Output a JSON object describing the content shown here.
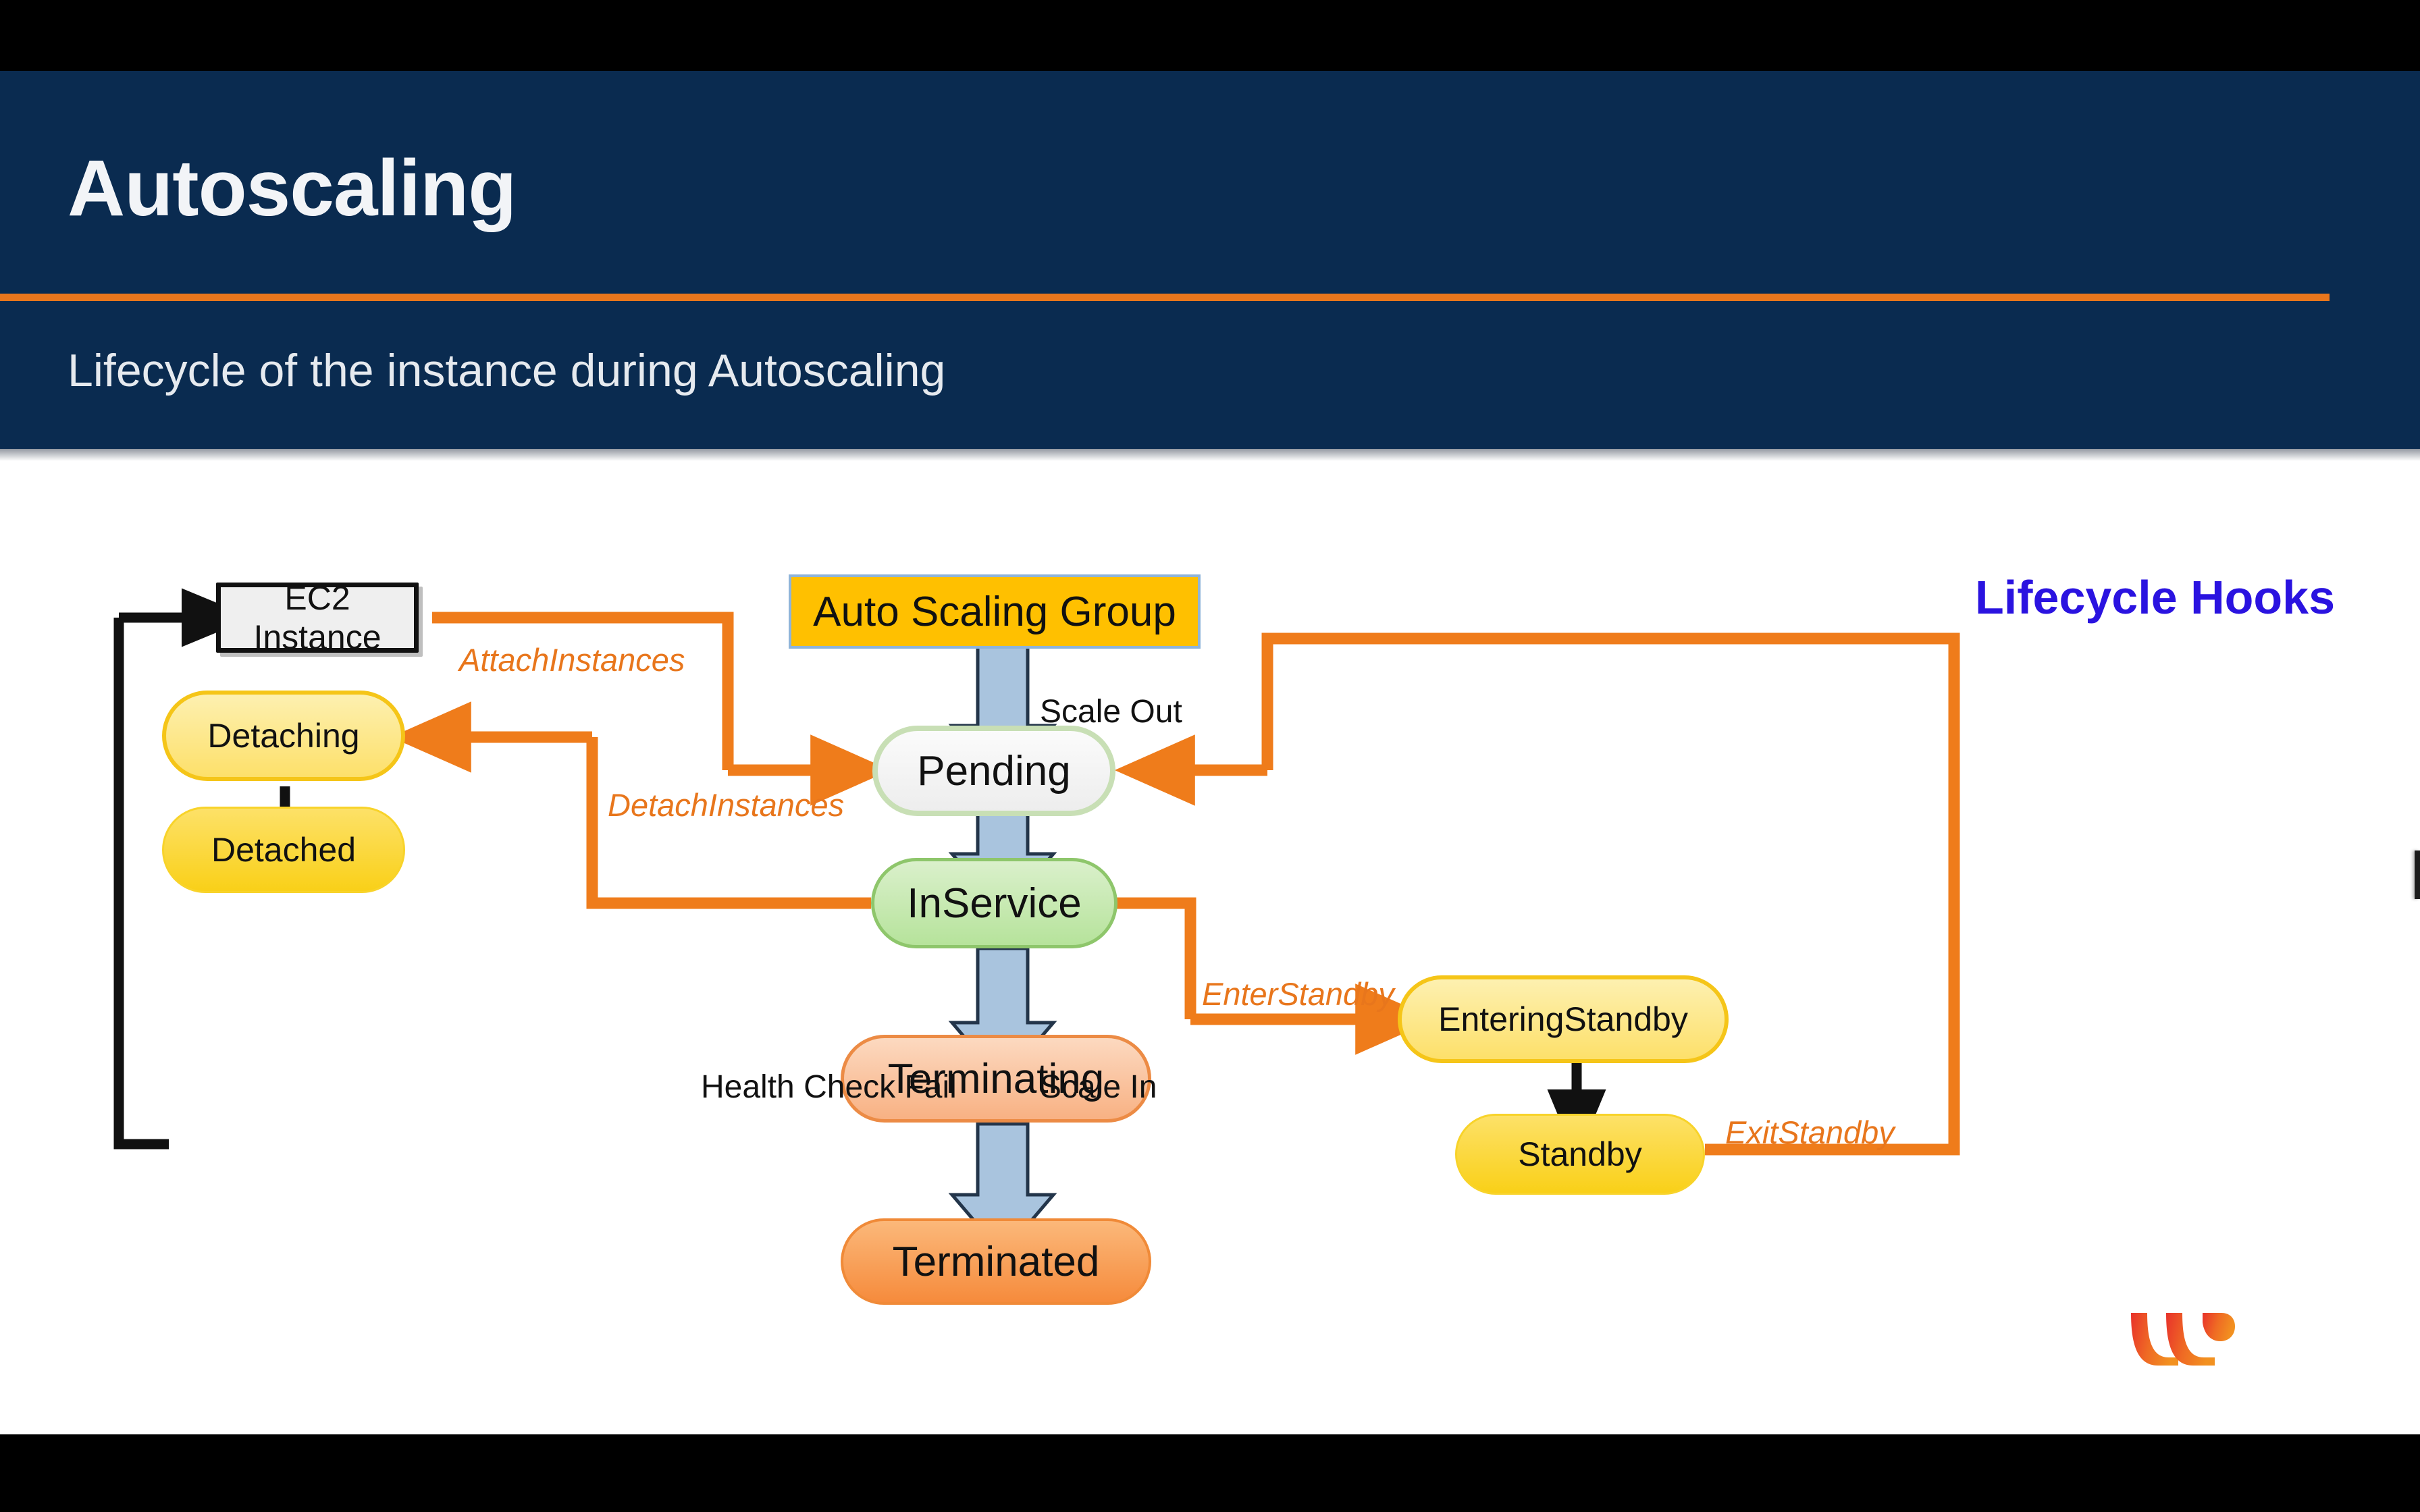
{
  "slide": {
    "title": "Autoscaling",
    "subtitle": "Lifecycle of the instance during Autoscaling",
    "accent_color": "#e8761c",
    "header_color": "#0a2b50",
    "hooks_heading": "Lifecycle Hooks",
    "hooks_color": "#2a13e0"
  },
  "diagram": {
    "nodes": {
      "ec2": "EC2 Instance",
      "asg": "Auto Scaling Group",
      "pending": "Pending",
      "inservice": "InService",
      "terminating": "Terminating",
      "terminated": "Terminated",
      "detaching": "Detaching",
      "detached": "Detached",
      "entering_standby": "EnteringStandby",
      "standby": "Standby"
    },
    "labels": {
      "attach_instances": "AttachInstances",
      "detach_instances": "DetachInstances",
      "enter_standby": "EnterStandby",
      "exit_standby": "ExitStandby",
      "scale_out": "Scale Out",
      "scale_in": "Scale In",
      "health_check_fail": "Health Check Fail"
    },
    "colors": {
      "api_edge": "#ef7c1b",
      "state_arrow_fill": "#a9c4de",
      "state_arrow_stroke": "#23354a",
      "black_edge": "#111111"
    }
  },
  "logo": {
    "name": "whizlabs-w-logo",
    "gradient_from": "#e8322b",
    "gradient_to": "#f08a22"
  }
}
